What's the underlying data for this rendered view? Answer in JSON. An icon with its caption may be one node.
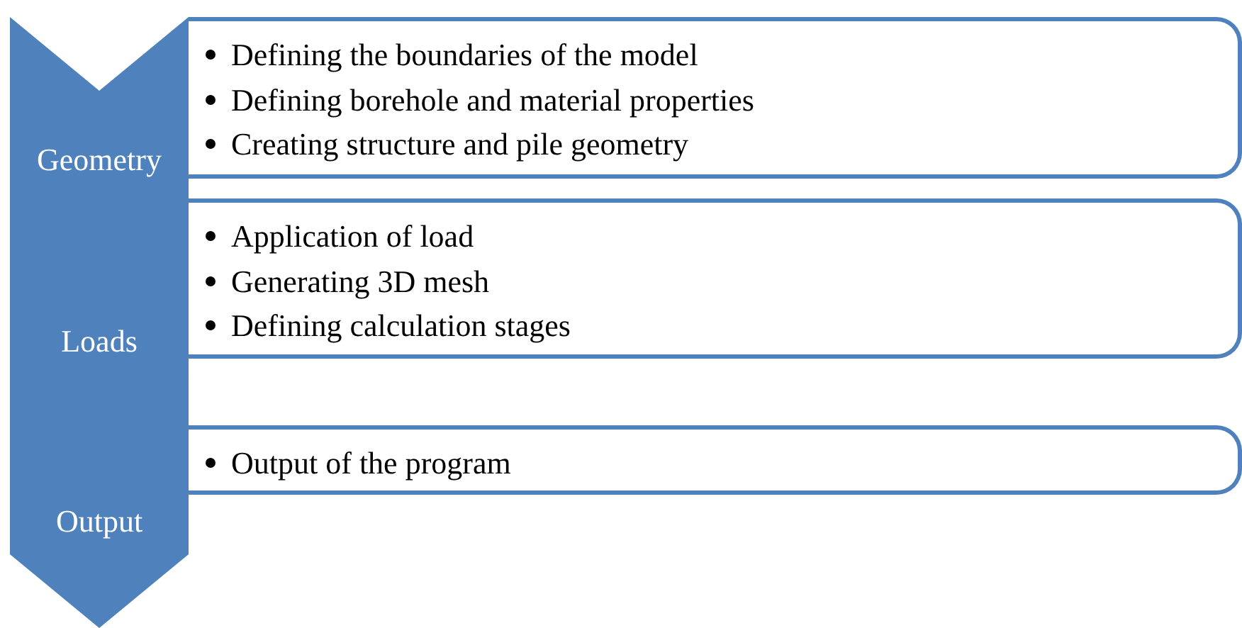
{
  "diagram": {
    "nodes": [
      {
        "text": [
          "Geometry"
        ]
      },
      {
        "text": [
          "Defining the boundaries of the model",
          "Defining borehole and material properties",
          "Creating structure and pile geometry"
        ]
      },
      {
        "text": [
          "Loads"
        ]
      },
      {
        "text": [
          "Application of load",
          "Generating 3D mesh",
          "Defining calculation stages"
        ]
      },
      {
        "text": [
          "Output"
        ]
      },
      {
        "text": [
          "Output of the program"
        ]
      }
    ]
  }
}
